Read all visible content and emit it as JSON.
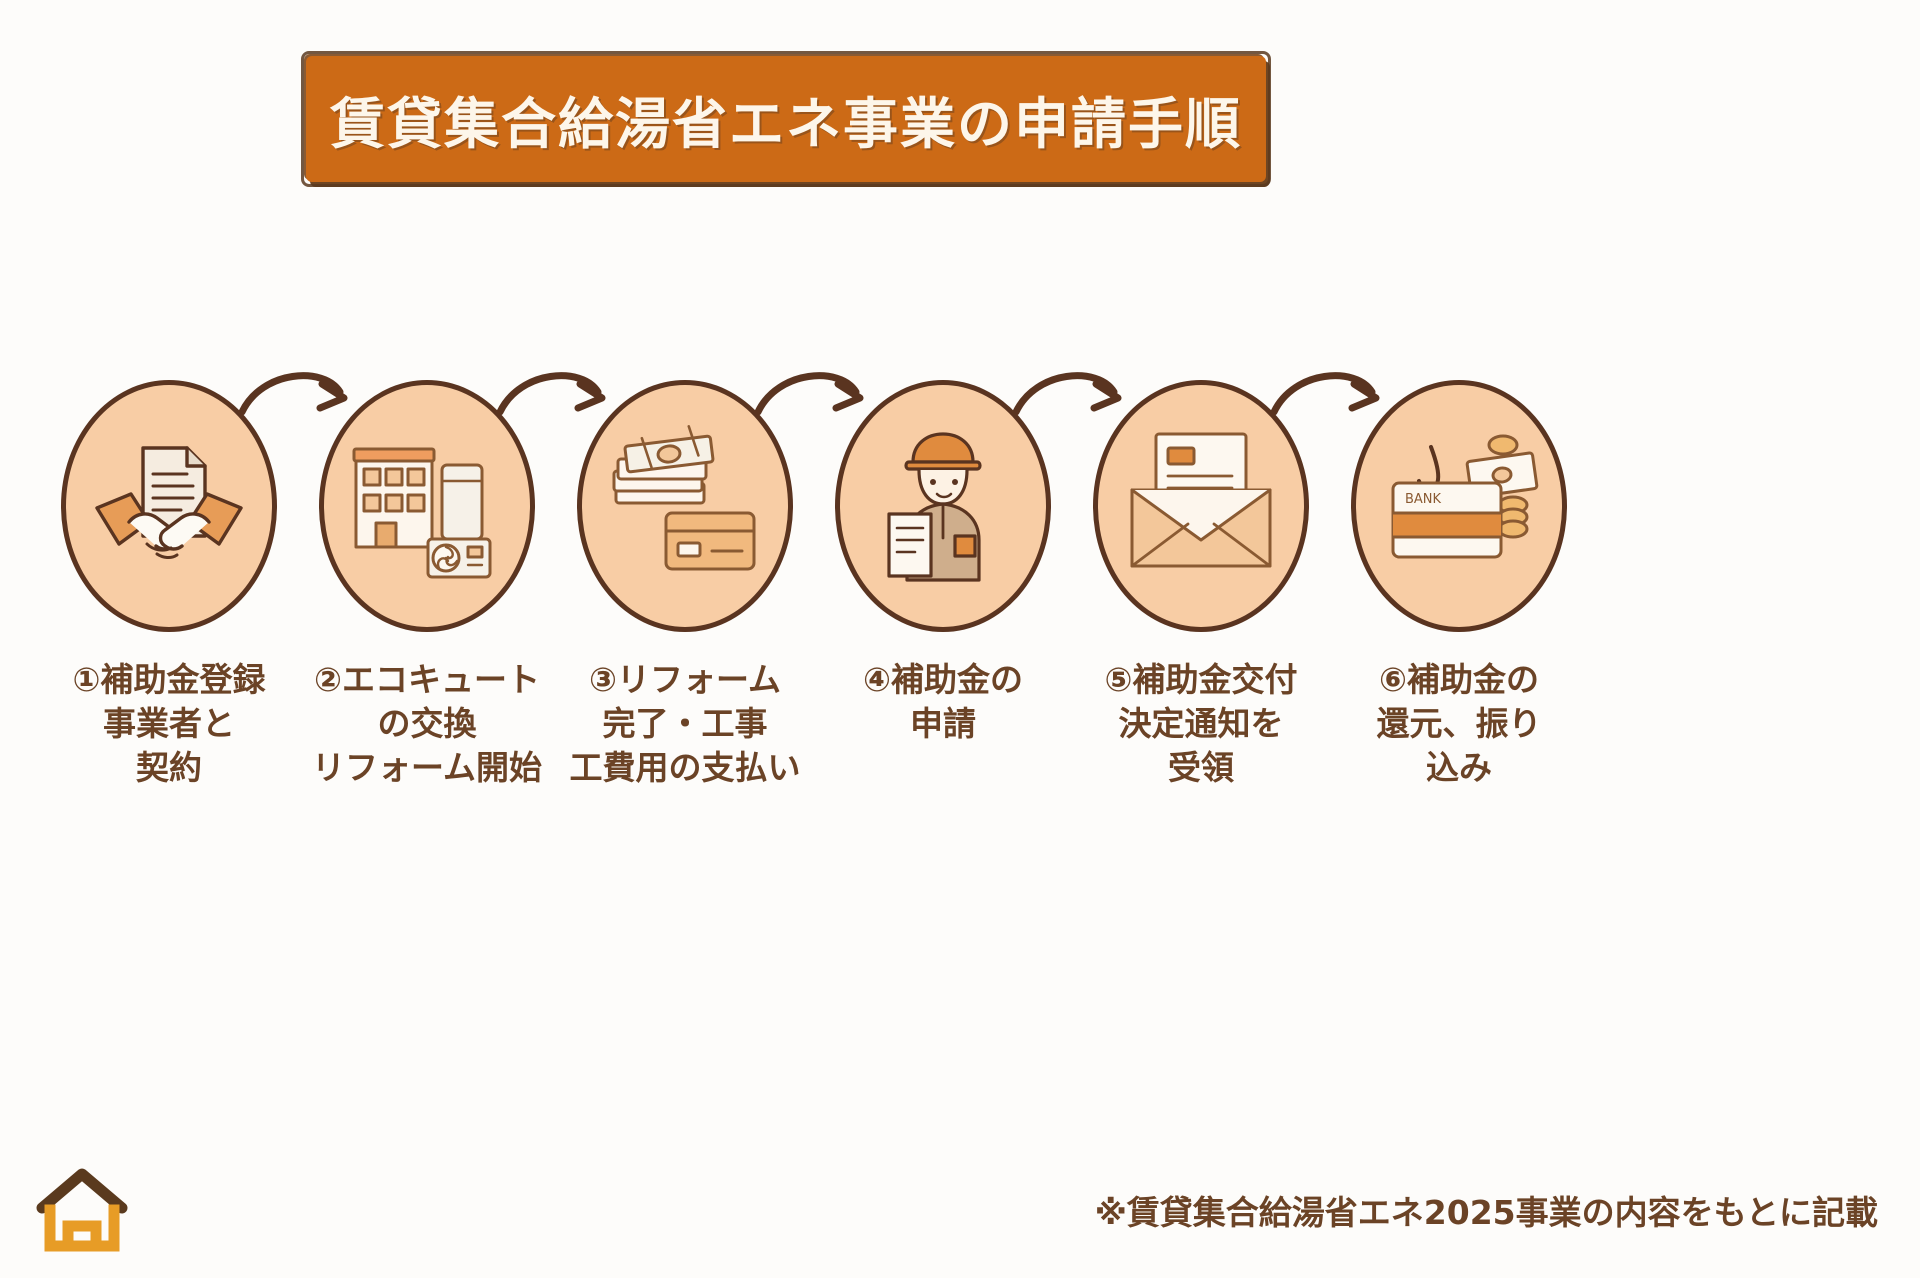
{
  "header": {
    "title": "賃貸集合給湯省エネ事業の申請手順",
    "banner_color": "#cc6a16",
    "banner_text_color": "#fdf6ea",
    "banner_shadow_color": "#5a3a1e"
  },
  "theme": {
    "bubble_fill": "#f8cda5",
    "bubble_stroke": "#5a3420",
    "label_color": "#6b4326",
    "arrow_color": "#5a3420",
    "background": "#fdfcfa",
    "logo_roof_color": "#5a3a1e",
    "logo_body_color": "#e79c26"
  },
  "steps": [
    {
      "number": "①",
      "icon": "handshake-contract-icon",
      "label_lines": [
        "①補助金登録",
        "事業者と",
        "契約"
      ],
      "label_full": "①補助金登録 事業者と 契約"
    },
    {
      "number": "②",
      "icon": "building-heatpump-icon",
      "label_lines": [
        "②エコキュート",
        "の交換",
        "リフォーム開始"
      ],
      "label_full": "②エコキュート の交換 リフォーム開始"
    },
    {
      "number": "③",
      "icon": "cash-creditcard-icon",
      "label_lines": [
        "③リフォーム",
        "完了・工事",
        "工費用の支払い"
      ],
      "label_full": "③リフォーム 完了・工事 工費用の支払い"
    },
    {
      "number": "④",
      "icon": "worker-document-icon",
      "label_lines": [
        "④補助金の",
        "申請"
      ],
      "label_full": "④補助金の 申請"
    },
    {
      "number": "⑤",
      "icon": "envelope-letter-icon",
      "label_lines": [
        "⑤補助金交付",
        "決定通知を",
        "受領"
      ],
      "label_full": "⑤補助金交付 決定通知を 受領"
    },
    {
      "number": "⑥",
      "icon": "bankcard-money-icon",
      "label_lines": [
        "⑥補助金の",
        "還元、振り",
        "込み"
      ],
      "label_full": "⑥補助金の 還元、振り 込み"
    }
  ],
  "footer": {
    "note": "※賃貸集合給湯省エネ2025事業の内容をもとに記載",
    "logo": "house-logo-icon"
  }
}
